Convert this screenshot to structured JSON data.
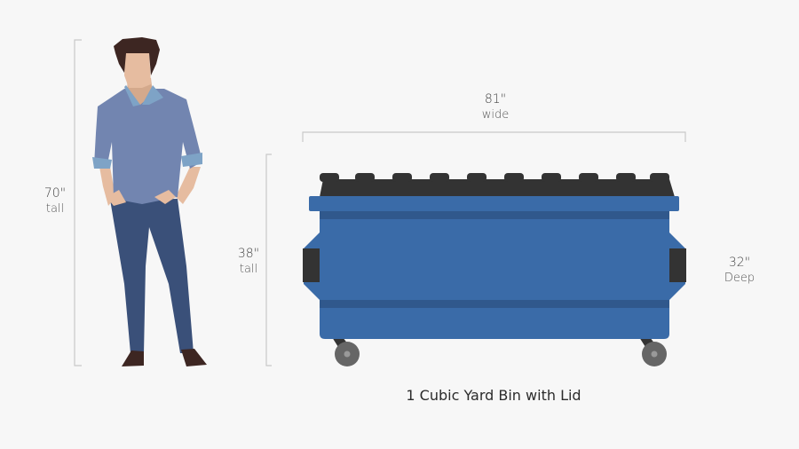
{
  "person": {
    "height": {
      "value": "70\"",
      "unit": "tall"
    }
  },
  "bin": {
    "height": {
      "value": "38\"",
      "unit": "tall"
    },
    "width": {
      "value": "81\"",
      "unit": "wide"
    },
    "depth": {
      "value": "32\"",
      "unit": "Deep"
    },
    "caption": "1 Cubic Yard Bin with Lid"
  },
  "colors": {
    "background": "#f7f7f7",
    "bin_blue": "#3a6ba8",
    "bin_band": "#30588c",
    "lid": "#333333",
    "wheel": "#666666",
    "shirt": "#7285b0",
    "collar": "#7ea3c6",
    "jeans": "#3a5079",
    "skin": "#e6bca0",
    "hair": "#3d2622",
    "shoes": "#3d2622",
    "dimension_line": "#cccccc"
  }
}
